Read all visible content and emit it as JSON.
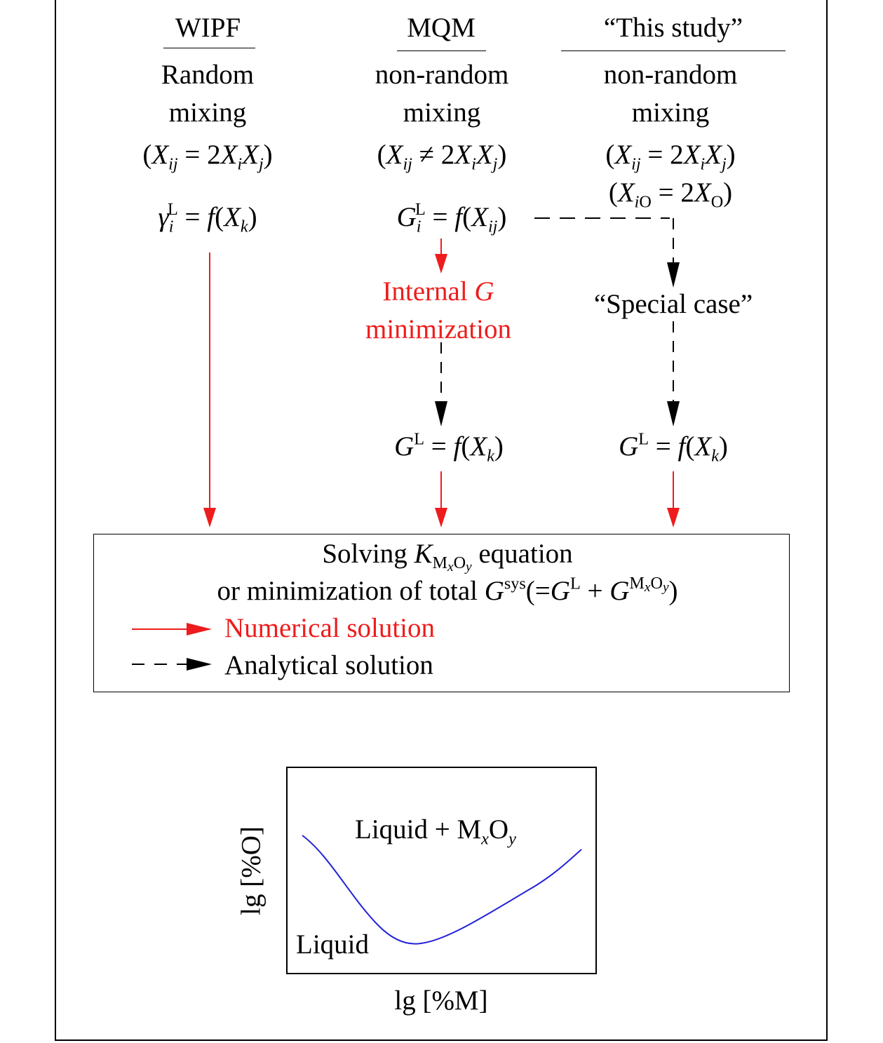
{
  "columns": [
    {
      "header": "WIPF",
      "line1": "Random",
      "line2": "mixing"
    },
    {
      "header": "MQM",
      "line1": "non-random",
      "line2": "mixing"
    },
    {
      "header": "“This study”",
      "line1": "non-random",
      "line2": "mixing"
    }
  ],
  "equations": {
    "wipf_mix": "(Xij = 2XiXj)",
    "mqm_mix": "(Xij ≠ 2XiXj)",
    "study_mix_1": "(Xij = 2XiXj)",
    "study_mix_2": "(XiO = 2XO)",
    "wipf_gamma": "γiL = f(Xk)",
    "mqm_gi": "GiL = f(Xij)",
    "mqm_gl": "GL = f(Xk)",
    "study_gl": "GL = f(Xk)"
  },
  "steps": {
    "internal_g_line1": "Internal",
    "internal_g_var": "G",
    "internal_g_line2": "minimization",
    "special_case": "“Special case”"
  },
  "solver": {
    "line1_prefix": "Solving",
    "line1_suffix": "equation",
    "line2_prefix": "or minimization of total",
    "line2_rest": "G sys (=G L + G MxOy)",
    "k_sub": "MxOy"
  },
  "legend": {
    "numerical": "Numerical solution",
    "analytical": "Analytical solution"
  },
  "plot": {
    "region_upper": "Liquid + MxOy",
    "region_lower": "Liquid",
    "xlabel": "lg [%M]",
    "ylabel": "lg [%O]"
  },
  "colors": {
    "numerical_arrow": "#ee1c1c",
    "analytical_arrow": "#000000",
    "curve": "#2323d9"
  }
}
